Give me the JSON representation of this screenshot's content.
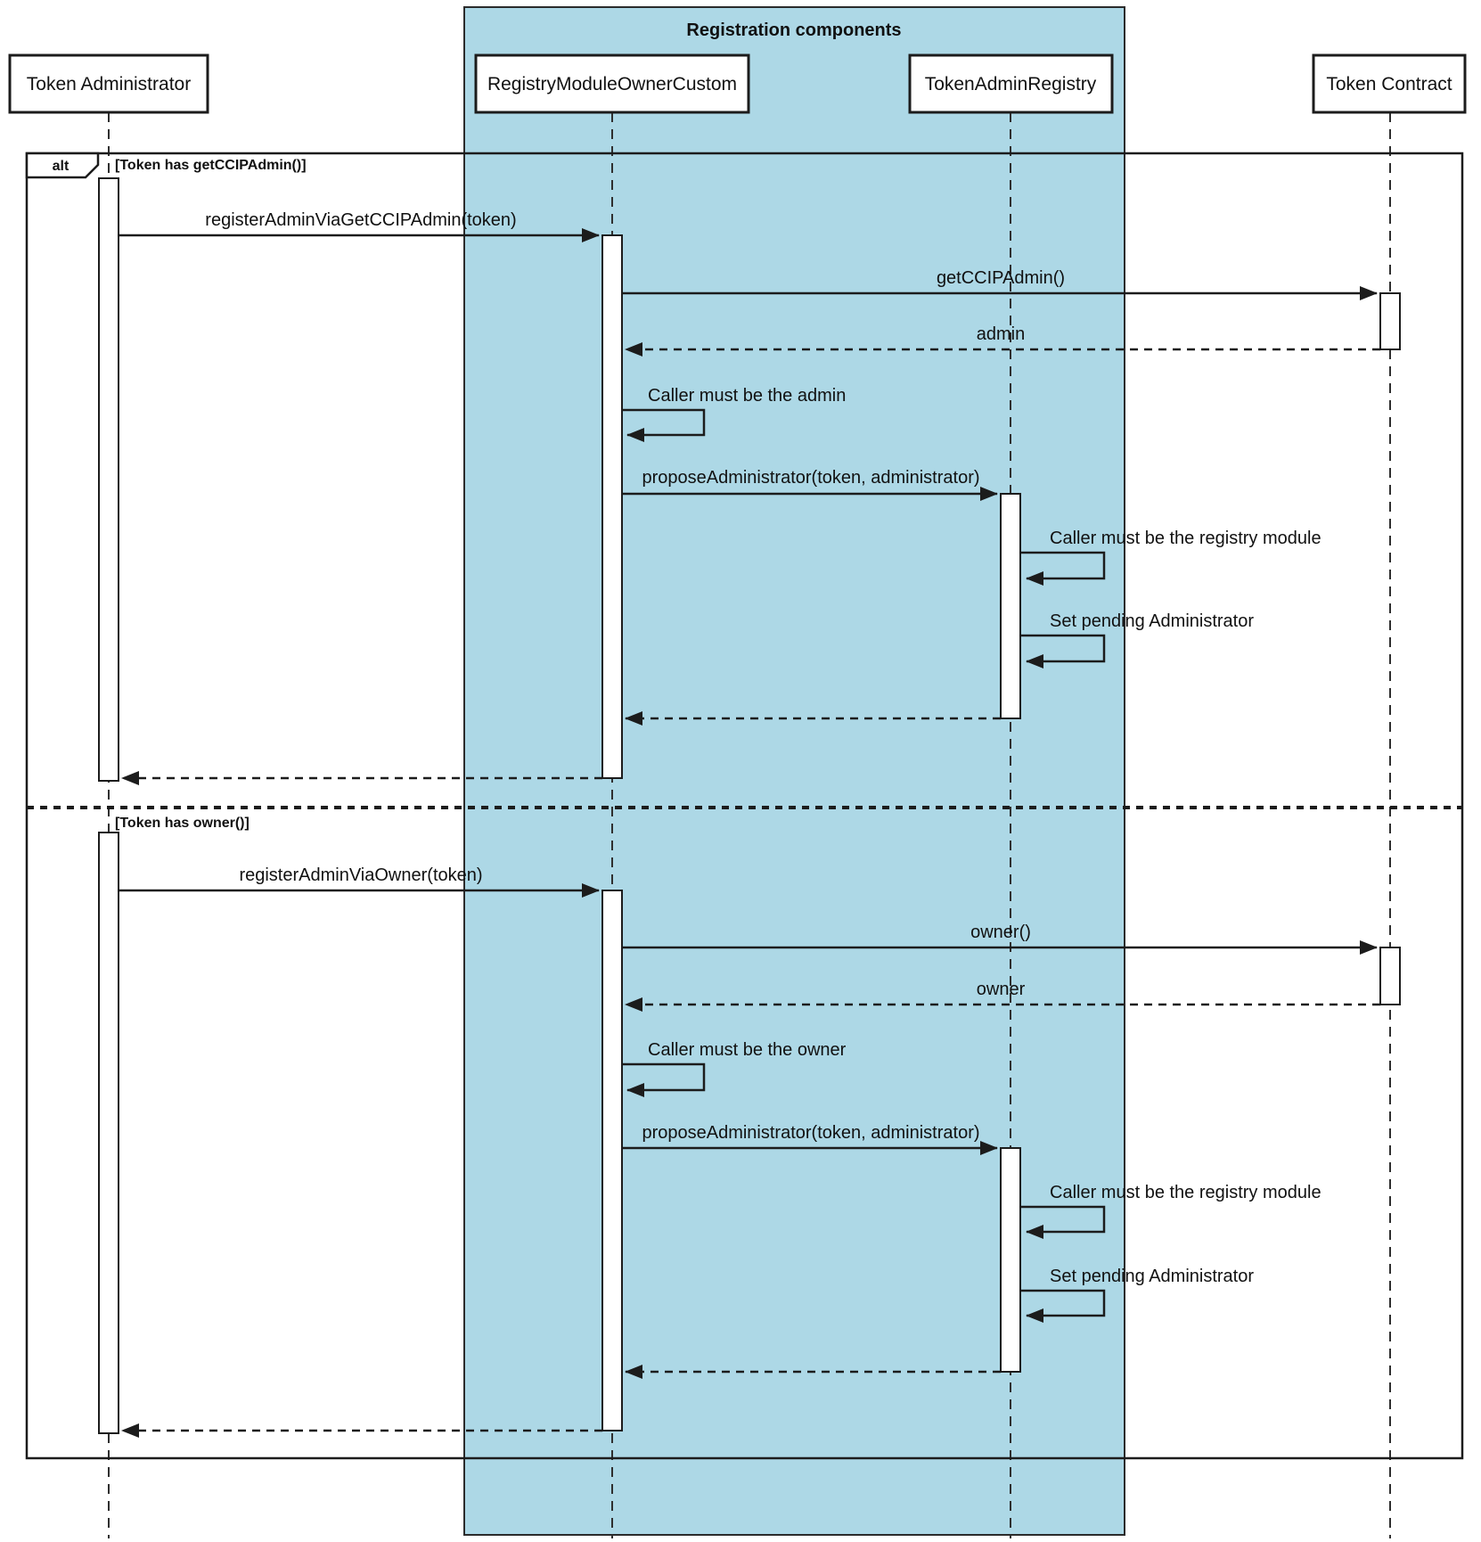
{
  "diagram": {
    "region": {
      "label": "Registration components",
      "fill": "#ADD8E6"
    },
    "participants": [
      {
        "name": "Token Administrator",
        "in_region": false
      },
      {
        "name": "RegistryModuleOwnerCustom",
        "in_region": true
      },
      {
        "name": "TokenAdminRegistry",
        "in_region": true
      },
      {
        "name": "Token Contract",
        "in_region": false
      }
    ],
    "frame": {
      "operator": "alt",
      "sections": [
        {
          "guard": "[Token has getCCIPAdmin()]",
          "messages": [
            {
              "from": "Token Administrator",
              "to": "RegistryModuleOwnerCustom",
              "type": "call",
              "label": "registerAdminViaGetCCIPAdmin(token)"
            },
            {
              "from": "RegistryModuleOwnerCustom",
              "to": "Token Contract",
              "type": "call",
              "label": "getCCIPAdmin()"
            },
            {
              "from": "Token Contract",
              "to": "RegistryModuleOwnerCustom",
              "type": "return",
              "label": "admin"
            },
            {
              "from": "RegistryModuleOwnerCustom",
              "to": "RegistryModuleOwnerCustom",
              "type": "self",
              "label": "Caller must be the admin"
            },
            {
              "from": "RegistryModuleOwnerCustom",
              "to": "TokenAdminRegistry",
              "type": "call",
              "label": "proposeAdministrator(token, administrator)"
            },
            {
              "from": "TokenAdminRegistry",
              "to": "TokenAdminRegistry",
              "type": "self",
              "label": "Caller must be the registry module"
            },
            {
              "from": "TokenAdminRegistry",
              "to": "TokenAdminRegistry",
              "type": "self",
              "label": "Set pending Administrator"
            },
            {
              "from": "TokenAdminRegistry",
              "to": "RegistryModuleOwnerCustom",
              "type": "return",
              "label": ""
            },
            {
              "from": "RegistryModuleOwnerCustom",
              "to": "Token Administrator",
              "type": "return",
              "label": ""
            }
          ]
        },
        {
          "guard": "[Token has owner()]",
          "messages": [
            {
              "from": "Token Administrator",
              "to": "RegistryModuleOwnerCustom",
              "type": "call",
              "label": "registerAdminViaOwner(token)"
            },
            {
              "from": "RegistryModuleOwnerCustom",
              "to": "Token Contract",
              "type": "call",
              "label": "owner()"
            },
            {
              "from": "Token Contract",
              "to": "RegistryModuleOwnerCustom",
              "type": "return",
              "label": "owner"
            },
            {
              "from": "RegistryModuleOwnerCustom",
              "to": "RegistryModuleOwnerCustom",
              "type": "self",
              "label": "Caller must be the owner"
            },
            {
              "from": "RegistryModuleOwnerCustom",
              "to": "TokenAdminRegistry",
              "type": "call",
              "label": "proposeAdministrator(token, administrator)"
            },
            {
              "from": "TokenAdminRegistry",
              "to": "TokenAdminRegistry",
              "type": "self",
              "label": "Caller must be the registry module"
            },
            {
              "from": "TokenAdminRegistry",
              "to": "TokenAdminRegistry",
              "type": "self",
              "label": "Set pending Administrator"
            },
            {
              "from": "TokenAdminRegistry",
              "to": "RegistryModuleOwnerCustom",
              "type": "return",
              "label": ""
            },
            {
              "from": "RegistryModuleOwnerCustom",
              "to": "Token Administrator",
              "type": "return",
              "label": ""
            }
          ]
        }
      ]
    },
    "colors": {
      "region_fill": "#ADD8E6",
      "line": "#1c1c1c",
      "background": "#ffffff",
      "activation_fill": "#ffffff"
    }
  }
}
